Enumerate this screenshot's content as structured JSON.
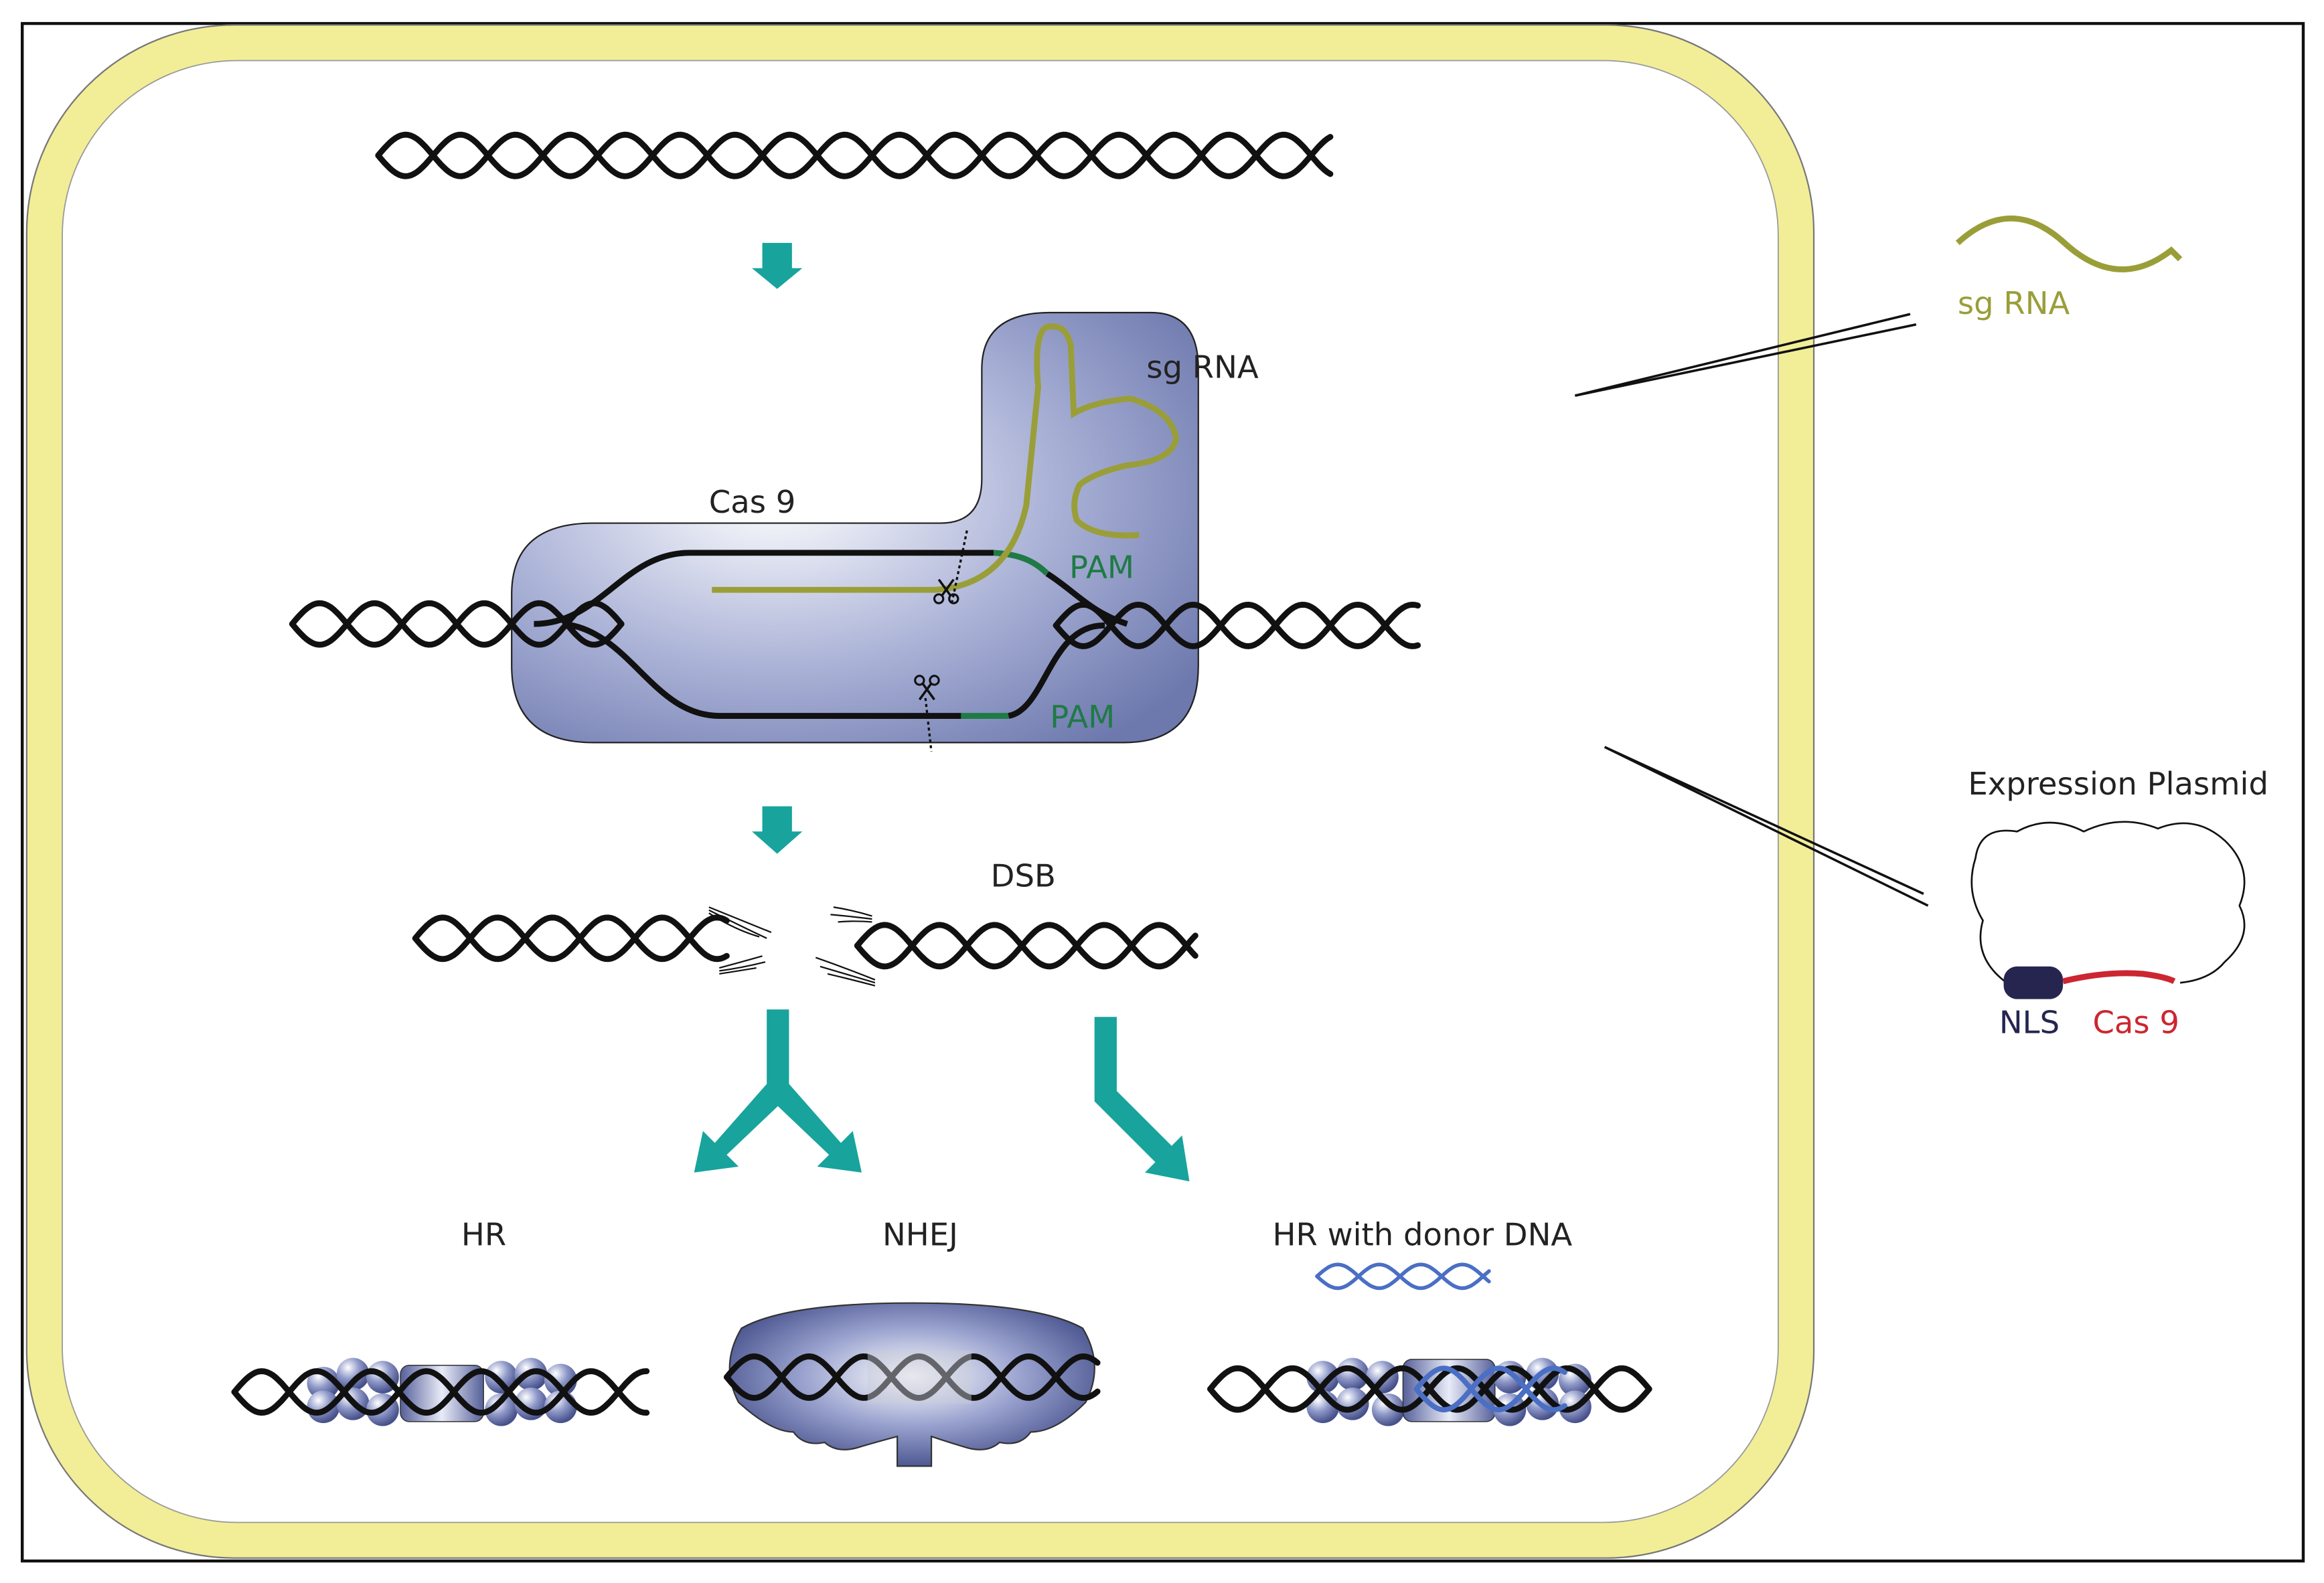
{
  "labels": {
    "sg_rna_inside": "sg RNA",
    "cas9_complex": "Cas 9",
    "pam_top": "PAM",
    "pam_bottom": "PAM",
    "dsb": "DSB",
    "hr": "HR",
    "nhej": "NHEJ",
    "hr_donor": "HR with donor DNA",
    "sg_rna_outside": "sg RNA",
    "expression_plasmid": "Expression Plasmid",
    "nls": "NLS",
    "cas9_gene": "Cas 9"
  },
  "colors": {
    "cell_membrane": "#f2ee98",
    "arrow": "#18a39d",
    "dna": "#111111",
    "sg_rna": "#9a9e38",
    "pam": "#1f7a45",
    "cas9_protein": "#8590bf",
    "nls": "#252550",
    "cas9_gene": "#cc2630",
    "donor_dna": "#4a6fc4"
  }
}
